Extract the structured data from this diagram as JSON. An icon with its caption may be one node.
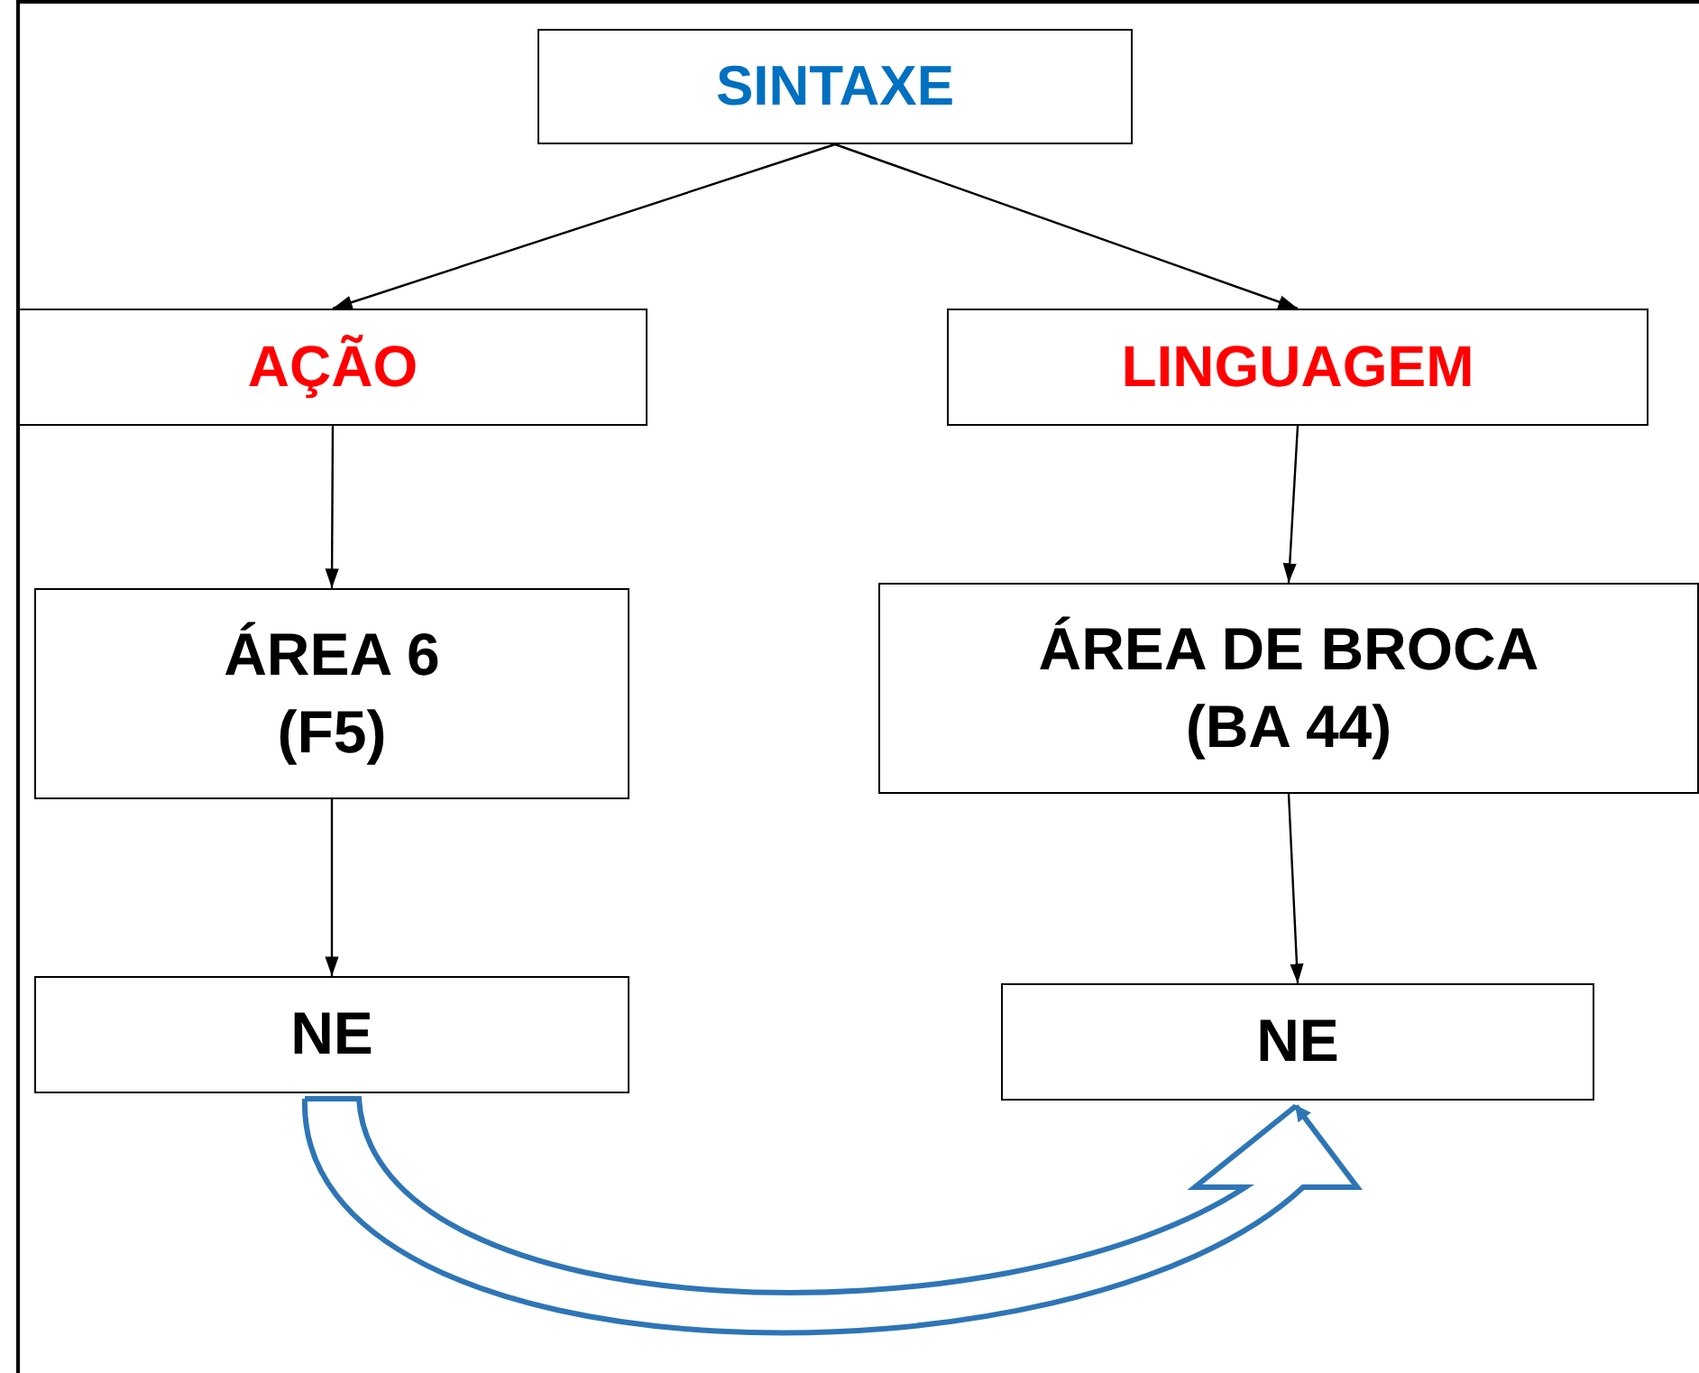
{
  "diagram": {
    "nodes": [
      {
        "text": [
          "SINTAXE"
        ]
      },
      {
        "text": [
          "AÇÃO"
        ]
      },
      {
        "text": [
          "LINGUAGEM"
        ]
      },
      {
        "text": [
          "ÁREA 6 (F5)"
        ]
      },
      {
        "text": [
          "ÁREA DE BROCA (BA 44)"
        ]
      },
      {
        "text": [
          "NE"
        ]
      },
      {
        "text": [
          "NE"
        ]
      }
    ],
    "edges": [
      {
        "from": 0,
        "to": 1,
        "arrow": "to"
      },
      {
        "from": 0,
        "to": 2,
        "arrow": "to"
      },
      {
        "from": 1,
        "to": 3,
        "arrow": "to"
      },
      {
        "from": 2,
        "to": 4,
        "arrow": "to"
      },
      {
        "from": 3,
        "to": 5,
        "arrow": "to"
      },
      {
        "from": 4,
        "to": 6,
        "arrow": "to"
      },
      {
        "from": 5,
        "to": 6,
        "arrow": "to",
        "style": "thick",
        "color": "#2e75b6"
      }
    ]
  }
}
